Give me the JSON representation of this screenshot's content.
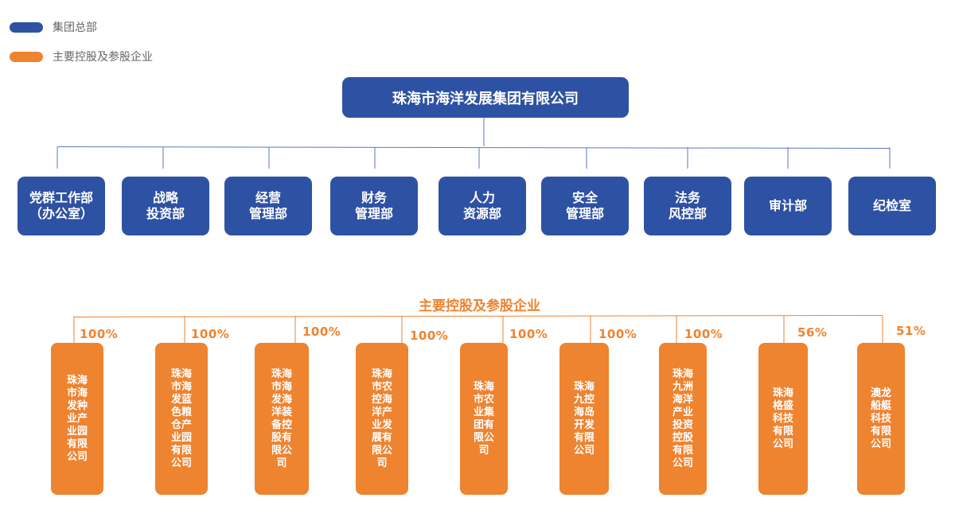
{
  "legend": [
    {
      "label": "集团总部",
      "color": "#2e52a3"
    },
    {
      "label": "主要控股及参股企业",
      "color": "#ee8330"
    }
  ],
  "headquarters": "珠海市海洋发展集团有限公司",
  "departments": [
    "党群工作部\n（办公室）",
    "战略\n投资部",
    "经营\n管理部",
    "财务\n管理部",
    "人力\n资源部",
    "安全\n管理部",
    "法务\n风控部",
    "审计部",
    "纪检室"
  ],
  "subsidiaries_title": "主要控股及参股企业",
  "subsidiaries": [
    {
      "name": "珠海市海发种业产业园有限公司",
      "share": "100%"
    },
    {
      "name": "珠海市海发蓝色粮仓产业园有限公司",
      "share": "100%"
    },
    {
      "name": "珠海市海发海洋装备控股有限公司",
      "share": "100%"
    },
    {
      "name": "珠海市农控海洋产业发展有限公司",
      "share": "100%"
    },
    {
      "name": "珠海市农业集团有限公司",
      "share": "100%"
    },
    {
      "name": "珠海九控海岛开发有限公司",
      "share": "100%"
    },
    {
      "name": "珠海九洲海洋产业投资控股有限公司",
      "share": "100%"
    },
    {
      "name": "珠海格盛科技有限公司",
      "share": "56%"
    },
    {
      "name": "澳龙船艇科技有限公司",
      "share": "51%"
    }
  ],
  "colors": {
    "blue": "#2e52a3",
    "orange": "#ee8330",
    "line_blue": "#5a78c0",
    "line_orange": "#ee8330"
  }
}
